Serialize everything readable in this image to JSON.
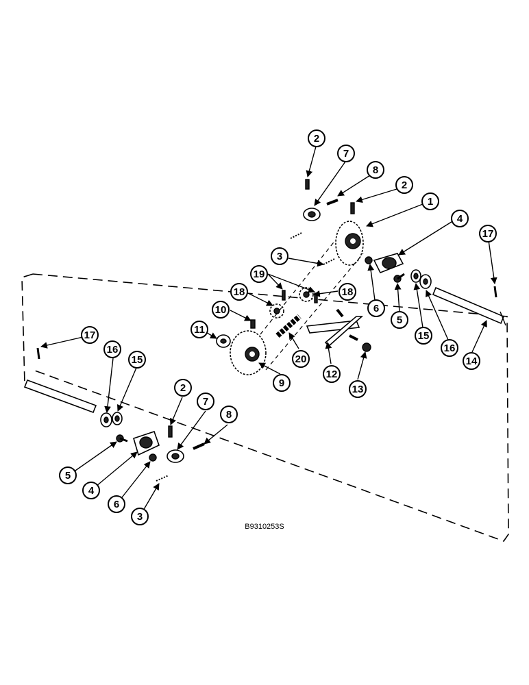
{
  "drawing_code": "B9310253S",
  "callouts": [
    "2",
    "7",
    "8",
    "2",
    "1",
    "4",
    "17",
    "3",
    "19",
    "18",
    "18",
    "6",
    "5",
    "15",
    "16",
    "14",
    "10",
    "11",
    "20",
    "12",
    "13",
    "9",
    "17",
    "16",
    "15",
    "2",
    "7",
    "8",
    "5",
    "4",
    "6",
    "3"
  ]
}
